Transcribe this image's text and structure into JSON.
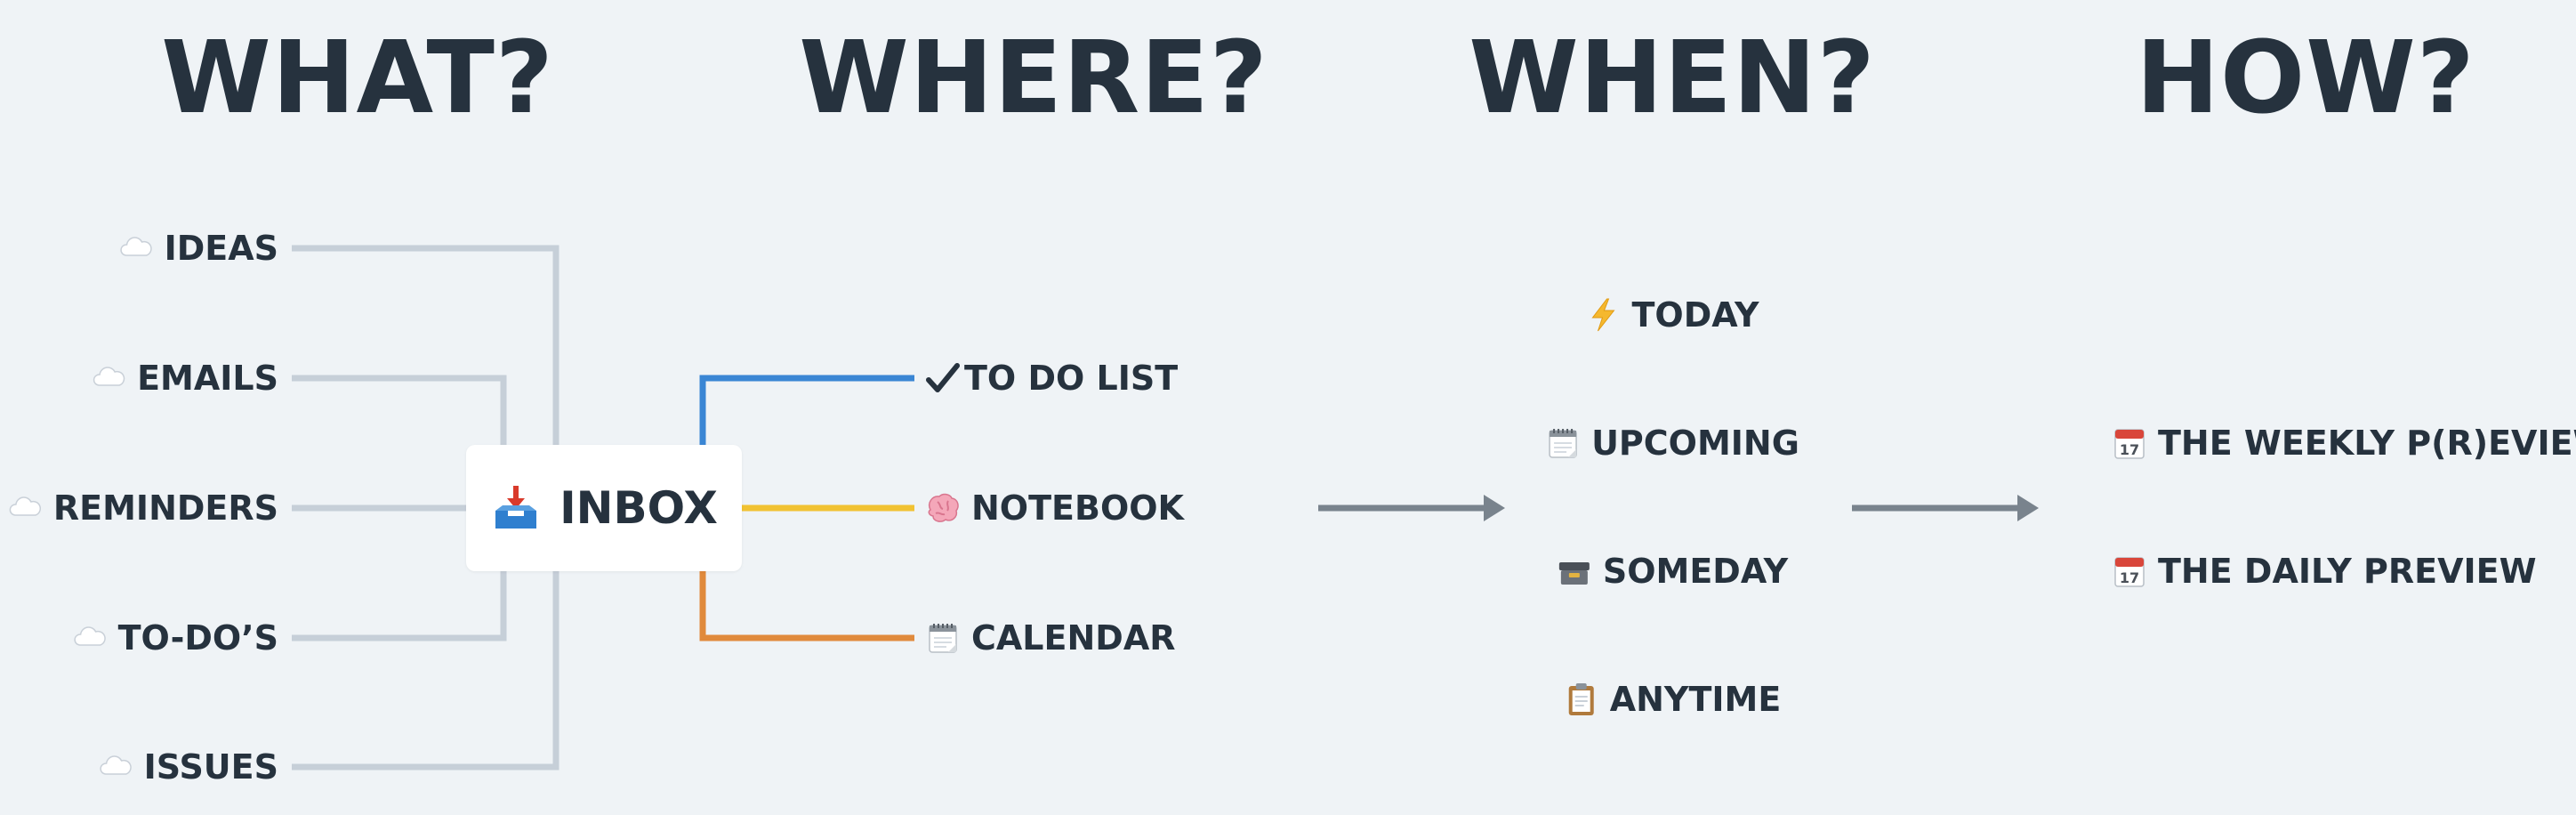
{
  "headings": {
    "what": "WHAT?",
    "where": "WHERE?",
    "when": "WHEN?",
    "how": "HOW?"
  },
  "sources": [
    {
      "label": "IDEAS",
      "icon": "cloud-icon"
    },
    {
      "label": "EMAILS",
      "icon": "cloud-icon"
    },
    {
      "label": "REMINDERS",
      "icon": "cloud-icon"
    },
    {
      "label": "TO-DO’S",
      "icon": "cloud-icon"
    },
    {
      "label": "ISSUES",
      "icon": "cloud-icon"
    }
  ],
  "inbox": {
    "label": "INBOX",
    "icon": "inbox-tray-icon"
  },
  "destinations": [
    {
      "label": "TO DO LIST",
      "icon": "checkmark-icon",
      "color": "#3a86d4"
    },
    {
      "label": "NOTEBOOK",
      "icon": "brain-icon",
      "color": "#f1c232"
    },
    {
      "label": "CALENDAR",
      "icon": "spiral-calendar-icon",
      "color": "#e08a3c"
    }
  ],
  "when": [
    {
      "label": "TODAY",
      "icon": "lightning-icon"
    },
    {
      "label": "UPCOMING",
      "icon": "spiral-calendar-icon"
    },
    {
      "label": "SOMEDAY",
      "icon": "archive-box-icon"
    },
    {
      "label": "ANYTIME",
      "icon": "clipboard-icon"
    }
  ],
  "how": [
    {
      "label": "THE WEEKLY P(R)EVIEW",
      "icon": "calendar-17-icon"
    },
    {
      "label": "THE DAILY PREVIEW",
      "icon": "calendar-17-icon"
    }
  ],
  "colors": {
    "text": "#26323e",
    "background": "#eff3f6",
    "connector": "#c6cfd8",
    "arrow": "#79838d"
  }
}
